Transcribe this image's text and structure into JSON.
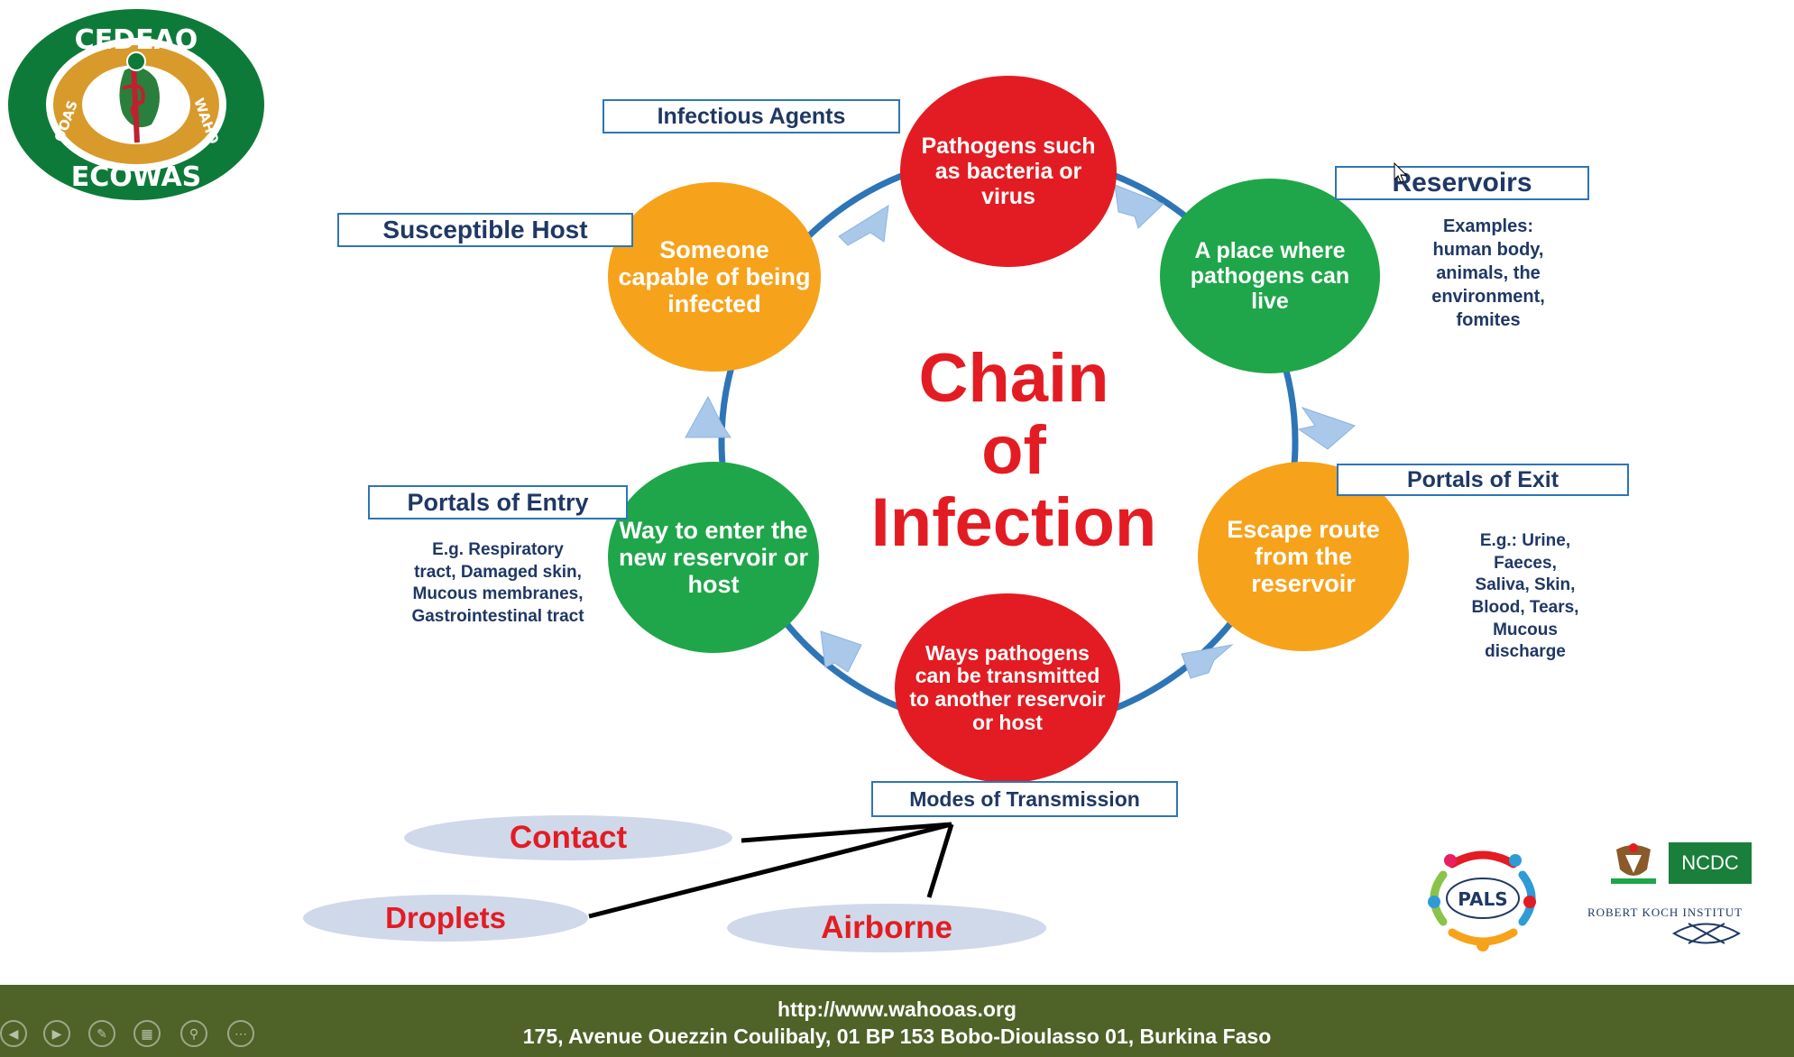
{
  "title": "Chain of Infection",
  "title_lines": [
    "Chain",
    "of",
    "Infection"
  ],
  "logo": {
    "top_text": "CEDEAO",
    "bottom_text": "ECOWAS",
    "left_text": "OOAS",
    "right_text": "WAHO"
  },
  "labels": {
    "infectious_agents": "Infectious Agents",
    "reservoirs": "Reservoirs",
    "portals_of_exit": "Portals of Exit",
    "modes_of_transmission": "Modes of Transmission",
    "portals_of_entry": "Portals of Entry",
    "susceptible_host": "Susceptible Host"
  },
  "circles": {
    "infectious_agents": "Pathogens such as bacteria or virus",
    "reservoirs": "A place where pathogens can live",
    "portals_of_exit": "Escape route from the reservoir",
    "modes_of_transmission": "Ways pathogens can be transmitted to another reservoir or host",
    "portals_of_entry": "Way to enter the new reservoir or host",
    "susceptible_host": "Someone capable of being infected"
  },
  "notes": {
    "reservoirs": "Examples:\nhuman body,\nanimals, the\nenvironment,\nfomites",
    "portals_of_exit": "E.g.: Urine,\nFaeces,\nSaliva, Skin,\nBlood, Tears,\nMucous\ndischarge",
    "portals_of_entry": "E.g. Respiratory\ntract, Damaged skin,\nMucous membranes,\nGastrointestinal tract"
  },
  "modes": {
    "contact": "Contact",
    "droplets": "Droplets",
    "airborne": "Airborne"
  },
  "partners": {
    "pals": "PALS",
    "ncdc": "NCDC",
    "rki": "ROBERT KOCH INSTITUT"
  },
  "footer": {
    "url": "http://www.wahooas.org",
    "address": "175, Avenue Ouezzin Coulibaly, 01 BP 153 Bobo-Dioulasso 01, Burkina Faso"
  },
  "controls": [
    "previous-icon",
    "next-icon",
    "pen-icon",
    "slides-icon",
    "zoom-icon",
    "more-icon"
  ],
  "colors": {
    "red": "#e31c23",
    "green": "#1fa64a",
    "orange": "#f7a21b",
    "navy": "#1f3864",
    "footer": "#4f6228"
  }
}
